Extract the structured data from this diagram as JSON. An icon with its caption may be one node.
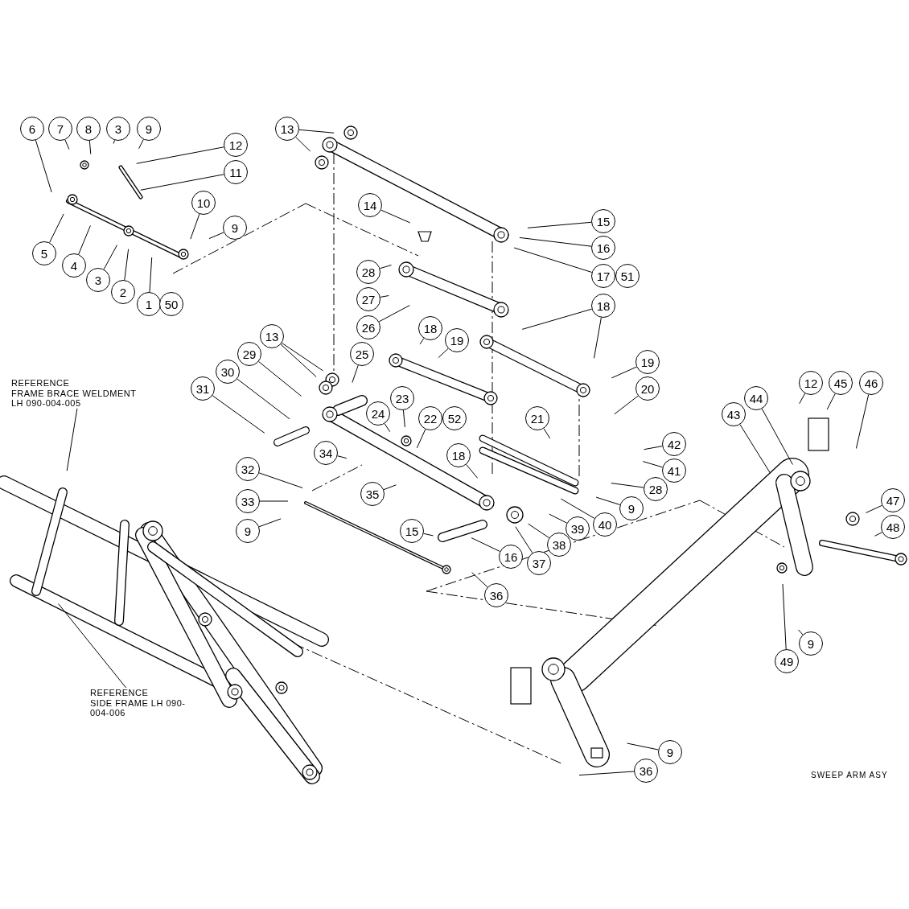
{
  "diagram": {
    "nodes": [
      {
        "text": [
          "6"
        ]
      },
      {
        "text": [
          "7"
        ]
      },
      {
        "text": [
          "8"
        ]
      },
      {
        "text": [
          "3"
        ]
      },
      {
        "text": [
          "9"
        ]
      },
      {
        "text": [
          "13"
        ]
      },
      {
        "text": [
          "12"
        ]
      },
      {
        "text": [
          "11"
        ]
      },
      {
        "text": [
          "10"
        ]
      },
      {
        "text": [
          "14"
        ]
      },
      {
        "text": [
          "15"
        ]
      },
      {
        "text": [
          "9"
        ]
      },
      {
        "text": [
          "16"
        ]
      },
      {
        "text": [
          "5"
        ]
      },
      {
        "text": [
          "4"
        ]
      },
      {
        "text": [
          "28"
        ]
      },
      {
        "text": [
          "17"
        ]
      },
      {
        "text": [
          "51"
        ]
      },
      {
        "text": [
          "3"
        ]
      },
      {
        "text": [
          "2"
        ]
      },
      {
        "text": [
          "27"
        ]
      },
      {
        "text": [
          "1"
        ]
      },
      {
        "text": [
          "50"
        ]
      },
      {
        "text": [
          "18"
        ]
      },
      {
        "text": [
          "26"
        ]
      },
      {
        "text": [
          "18"
        ]
      },
      {
        "text": [
          "13"
        ]
      },
      {
        "text": [
          "19"
        ]
      },
      {
        "text": [
          "29"
        ]
      },
      {
        "text": [
          "25"
        ]
      },
      {
        "text": [
          "19"
        ]
      },
      {
        "text": [
          "30"
        ]
      },
      {
        "text": [
          "REFERENCE",
          "FRAME BRACE WELDMENT LH 090-004-005"
        ]
      },
      {
        "text": [
          "12"
        ]
      },
      {
        "text": [
          "45"
        ]
      },
      {
        "text": [
          "46"
        ]
      },
      {
        "text": [
          "31"
        ]
      },
      {
        "text": [
          "20"
        ]
      },
      {
        "text": [
          "23"
        ]
      },
      {
        "text": [
          "44"
        ]
      },
      {
        "text": [
          "24"
        ]
      },
      {
        "text": [
          "43"
        ]
      },
      {
        "text": [
          "22"
        ]
      },
      {
        "text": [
          "52"
        ]
      },
      {
        "text": [
          "21"
        ]
      },
      {
        "text": [
          "42"
        ]
      },
      {
        "text": [
          "34"
        ]
      },
      {
        "text": [
          "18"
        ]
      },
      {
        "text": [
          "32"
        ]
      },
      {
        "text": [
          "41"
        ]
      },
      {
        "text": [
          "28"
        ]
      },
      {
        "text": [
          "35"
        ]
      },
      {
        "text": [
          "9"
        ]
      },
      {
        "text": [
          "47"
        ]
      },
      {
        "text": [
          "33"
        ]
      },
      {
        "text": [
          "40"
        ]
      },
      {
        "text": [
          "48"
        ]
      },
      {
        "text": [
          "39"
        ]
      },
      {
        "text": [
          "9"
        ]
      },
      {
        "text": [
          "15"
        ]
      },
      {
        "text": [
          "38"
        ]
      },
      {
        "text": [
          "16"
        ]
      },
      {
        "text": [
          "37"
        ]
      },
      {
        "text": [
          "36"
        ]
      },
      {
        "text": [
          "9"
        ]
      },
      {
        "text": [
          "49"
        ]
      },
      {
        "text": [
          "REFERENCE",
          "SIDE FRAME LH 090-004-006"
        ]
      },
      {
        "text": [
          "9"
        ]
      },
      {
        "text": [
          "36"
        ]
      }
    ],
    "edges": [
      {
        "from": 0,
        "to": null,
        "arrow": "none"
      },
      {
        "from": 1,
        "to": null,
        "arrow": "none"
      },
      {
        "from": 2,
        "to": null,
        "arrow": "none"
      },
      {
        "from": 3,
        "to": null,
        "arrow": "none"
      },
      {
        "from": 4,
        "to": null,
        "arrow": "none"
      },
      {
        "from": 5,
        "to": null,
        "arrow": "none"
      },
      {
        "from": 5,
        "to": null,
        "arrow": "none"
      },
      {
        "from": 6,
        "to": null,
        "arrow": "none"
      },
      {
        "from": 7,
        "to": null,
        "arrow": "none"
      },
      {
        "from": 8,
        "to": null,
        "arrow": "none"
      },
      {
        "from": 9,
        "to": null,
        "arrow": "none"
      },
      {
        "from": 10,
        "to": null,
        "arrow": "none"
      },
      {
        "from": 11,
        "to": null,
        "arrow": "none"
      },
      {
        "from": 12,
        "to": null,
        "arrow": "none"
      },
      {
        "from": 13,
        "to": null,
        "arrow": "none"
      },
      {
        "from": 14,
        "to": null,
        "arrow": "none"
      },
      {
        "from": 15,
        "to": null,
        "arrow": "none"
      },
      {
        "from": 16,
        "to": null,
        "arrow": "none"
      },
      {
        "from": 18,
        "to": null,
        "arrow": "none"
      },
      {
        "from": 19,
        "to": null,
        "arrow": "none"
      },
      {
        "from": 20,
        "to": null,
        "arrow": "none"
      },
      {
        "from": 21,
        "to": null,
        "arrow": "none"
      },
      {
        "from": 23,
        "to": null,
        "arrow": "none"
      },
      {
        "from": 23,
        "to": null,
        "arrow": "none"
      },
      {
        "from": 24,
        "to": null,
        "arrow": "none"
      },
      {
        "from": 25,
        "to": null,
        "arrow": "none"
      },
      {
        "from": 26,
        "to": null,
        "arrow": "none"
      },
      {
        "from": 26,
        "to": null,
        "arrow": "none"
      },
      {
        "from": 27,
        "to": null,
        "arrow": "none"
      },
      {
        "from": 28,
        "to": null,
        "arrow": "none"
      },
      {
        "from": 29,
        "to": null,
        "arrow": "none"
      },
      {
        "from": 30,
        "to": null,
        "arrow": "none"
      },
      {
        "from": 31,
        "to": null,
        "arrow": "none"
      },
      {
        "from": 32,
        "to": null,
        "arrow": "none"
      },
      {
        "from": 33,
        "to": null,
        "arrow": "none"
      },
      {
        "from": 34,
        "to": null,
        "arrow": "none"
      },
      {
        "from": 35,
        "to": null,
        "arrow": "none"
      },
      {
        "from": 36,
        "to": null,
        "arrow": "none"
      },
      {
        "from": 37,
        "to": null,
        "arrow": "none"
      },
      {
        "from": 38,
        "to": null,
        "arrow": "none"
      },
      {
        "from": 39,
        "to": null,
        "arrow": "none"
      },
      {
        "from": 40,
        "to": null,
        "arrow": "none"
      },
      {
        "from": 41,
        "to": null,
        "arrow": "none"
      },
      {
        "from": 42,
        "to": null,
        "arrow": "none"
      },
      {
        "from": 44,
        "to": null,
        "arrow": "none"
      },
      {
        "from": 45,
        "to": null,
        "arrow": "none"
      },
      {
        "from": 46,
        "to": null,
        "arrow": "none"
      },
      {
        "from": 47,
        "to": null,
        "arrow": "none"
      },
      {
        "from": 48,
        "to": null,
        "arrow": "none"
      },
      {
        "from": 49,
        "to": null,
        "arrow": "none"
      },
      {
        "from": 50,
        "to": null,
        "arrow": "none"
      },
      {
        "from": 51,
        "to": null,
        "arrow": "none"
      },
      {
        "from": 52,
        "to": null,
        "arrow": "none"
      },
      {
        "from": 53,
        "to": null,
        "arrow": "none"
      },
      {
        "from": 54,
        "to": null,
        "arrow": "none"
      },
      {
        "from": 55,
        "to": null,
        "arrow": "none"
      },
      {
        "from": 56,
        "to": null,
        "arrow": "none"
      },
      {
        "from": 57,
        "to": null,
        "arrow": "none"
      },
      {
        "from": 58,
        "to": null,
        "arrow": "none"
      },
      {
        "from": 59,
        "to": null,
        "arrow": "none"
      },
      {
        "from": 60,
        "to": null,
        "arrow": "none"
      },
      {
        "from": 61,
        "to": null,
        "arrow": "none"
      },
      {
        "from": 62,
        "to": null,
        "arrow": "none"
      },
      {
        "from": 63,
        "to": null,
        "arrow": "none"
      },
      {
        "from": 64,
        "to": null,
        "arrow": "none"
      },
      {
        "from": 65,
        "to": null,
        "arrow": "none"
      },
      {
        "from": 66,
        "to": null,
        "arrow": "none"
      },
      {
        "from": 67,
        "to": null,
        "arrow": "none"
      },
      {
        "from": 68,
        "to": null,
        "arrow": "none"
      }
    ],
    "labels": [
      "SWEEP ARM ASY"
    ]
  }
}
